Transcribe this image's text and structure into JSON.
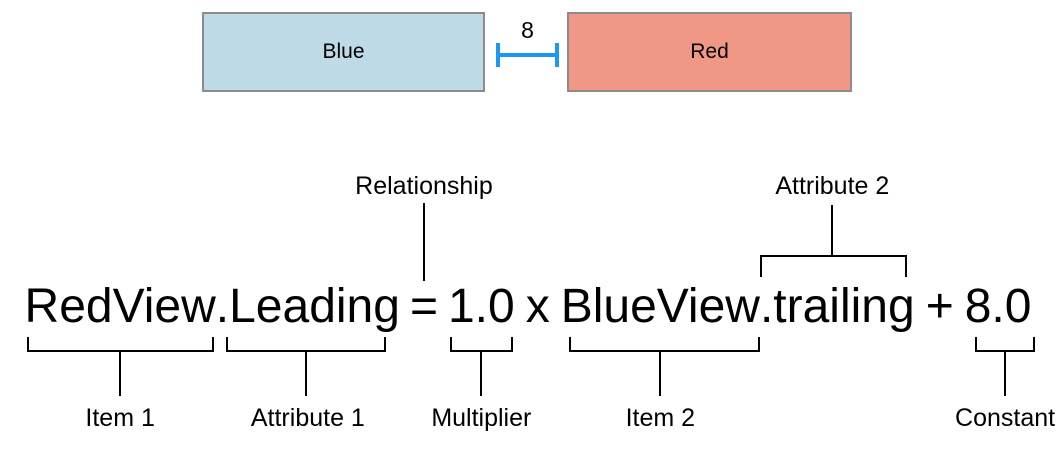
{
  "theme": {
    "ink": "#000000",
    "blue_fill": "#bedae6",
    "red_fill": "#f09885",
    "box_border": "#8c8c8c",
    "connector_blue": "#1e97f3"
  },
  "views_diagram": {
    "blue_view": {
      "label": "Blue"
    },
    "red_view": {
      "label": "Red"
    },
    "spacing_value": "8"
  },
  "equation": {
    "item1": {
      "text": "RedView",
      "label": "Item 1"
    },
    "attribute1": {
      "text": ".Leading",
      "label": "Attribute 1"
    },
    "relationship": {
      "text": "=",
      "label": "Relationship"
    },
    "multiplier": {
      "text": "1.0",
      "label": "Multiplier"
    },
    "multiply_operator": {
      "text": "x"
    },
    "item2": {
      "text": "BlueView",
      "label": "Item 2"
    },
    "attribute2": {
      "text": ".trailing",
      "label": "Attribute 2"
    },
    "plus_operator": {
      "text": "+"
    },
    "constant": {
      "text": "8.0",
      "label": "Constant"
    }
  }
}
